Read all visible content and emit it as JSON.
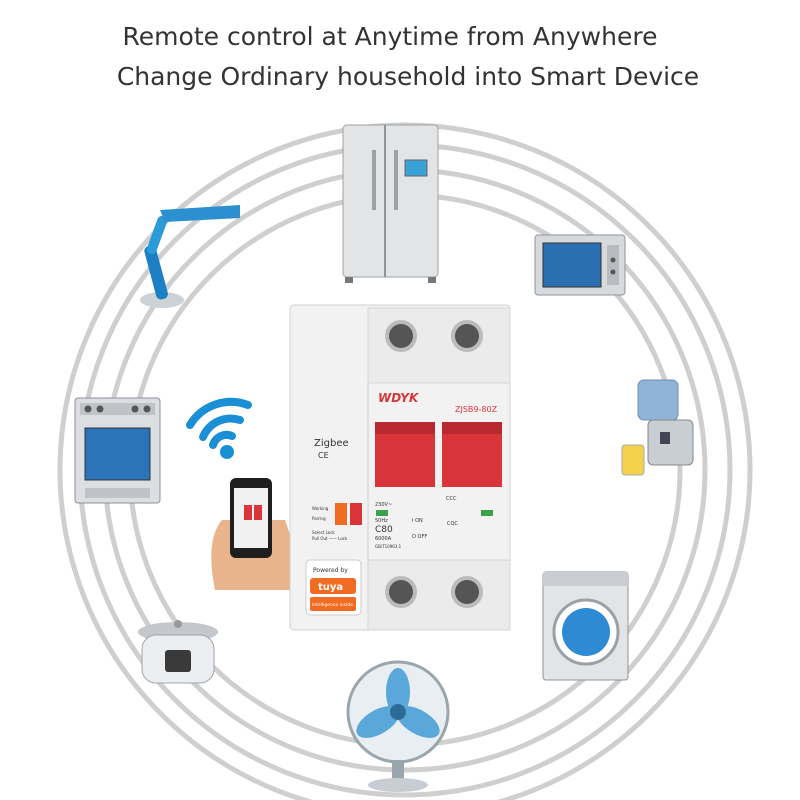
{
  "headline": {
    "line1": "Remote control at Anytime from Anywhere",
    "line2": "Change Ordinary household into Smart Device"
  },
  "breaker": {
    "brand": "WDYK",
    "model": "ZJSB9-80Z",
    "protocol": "Zigbee",
    "ce_mark": "CE",
    "rating_voltage": "230V~",
    "rating_freq": "50Hz",
    "rating_current": "C80",
    "rating_break": "6000A",
    "standard": "GB/T10963.1",
    "on_label": "I ON",
    "off_label": "O OFF",
    "cqc_mark": "CQC",
    "ccc_mark": "CCC",
    "side_label_1": "Working",
    "side_label_2": "Pairing",
    "side_label_3": "Select Lock",
    "side_label_4": "Pull Out —— Lock",
    "powered_by": "Powered by",
    "tuya": "tuya",
    "tuya_sub": "intelligence inside"
  },
  "colors": {
    "breaker_body": "#f2f2f2",
    "handle_red": "#d9343a",
    "ring_gray": "#c8c8c8",
    "wifi_blue": "#1a8fd6",
    "accent_orange": "#f26b22"
  },
  "icons": [
    "refrigerator-icon",
    "microwave-icon",
    "desk-lamp-icon",
    "oven-icon",
    "wifi-icon",
    "phone-hand-icon",
    "juicer-icon",
    "washing-machine-icon",
    "rice-cooker-icon",
    "fan-icon"
  ]
}
